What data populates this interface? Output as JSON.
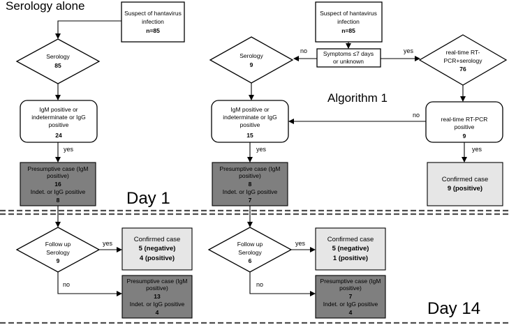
{
  "titles": {
    "serology_alone": "Serology alone",
    "algorithm1": "Algorithm 1",
    "day1": "Day 1",
    "day14": "Day 14"
  },
  "left": {
    "suspect": {
      "line1": "Suspect of hantavirus",
      "line2": "infection",
      "n": "n=85"
    },
    "serology": {
      "label": "Serology",
      "n": "85"
    },
    "igm": {
      "line1": "IgM positive or",
      "line2": "indeterminate or IgG",
      "line3": "positive",
      "n": "24"
    },
    "yes1": "yes",
    "presumptive": {
      "line1": "Presumptive case (IgM",
      "line2": "positive)",
      "n1": "16",
      "line3": "Indet. or IgG positive",
      "n2": "8"
    },
    "followup": {
      "line1": "Follow up",
      "line2": "Serology",
      "n": "9"
    },
    "yes2": "yes",
    "no": "no",
    "confirmed": {
      "label": "Confirmed case",
      "neg": "5 (negative)",
      "pos": "4 (positive)"
    },
    "presumptive2": {
      "line1": "Presumptive case  (IgM",
      "line2": "positive)",
      "n1": "13",
      "line3": "Indet. or IgG positive",
      "n2": "4"
    }
  },
  "right": {
    "suspect": {
      "line1": "Suspect of hantavirus",
      "line2": "infection",
      "n": "n=85"
    },
    "symptoms": {
      "line1": "Symptoms ≤7 days",
      "line2": "or unknown"
    },
    "no_label": "no",
    "yes_label": "yes",
    "serology": {
      "label": "Serology",
      "n": "9"
    },
    "rtpcr_serology": {
      "line1": "real-time RT-",
      "line2": "PCR+serology",
      "n": "76"
    },
    "igm": {
      "line1": "IgM positive or",
      "line2": "indeterminate or IgG",
      "line3": "positive",
      "n": "15"
    },
    "rtpcr": {
      "line1": "real-time RT-PCR",
      "line2": "positive",
      "n": "9"
    },
    "no2": "no",
    "yes2": "yes",
    "yes3": "yes",
    "presumptive": {
      "line1": "Presumptive case (IgM",
      "line2": "positive)",
      "n1": "8",
      "line3": "Indet. or IgG positive",
      "n2": "7"
    },
    "confirmed_top": {
      "label": "Confirmed case",
      "value": "9 (positive)"
    },
    "followup": {
      "line1": "Follow up",
      "line2": "Serology",
      "n": "6"
    },
    "yes4": "yes",
    "no3": "no",
    "confirmed": {
      "label": "Confirmed case",
      "neg": "5 (negative)",
      "pos": "1 (positive)"
    },
    "presumptive2": {
      "line1": "Presumptive case  (IgM",
      "line2": "positive)",
      "n1": "7",
      "line3": "Indet. or IgG positive",
      "n2": "4"
    }
  },
  "colors": {
    "dark_box": "#7f7f7f",
    "light_box": "#e6e6e6",
    "separator": "#4d4d4d"
  }
}
